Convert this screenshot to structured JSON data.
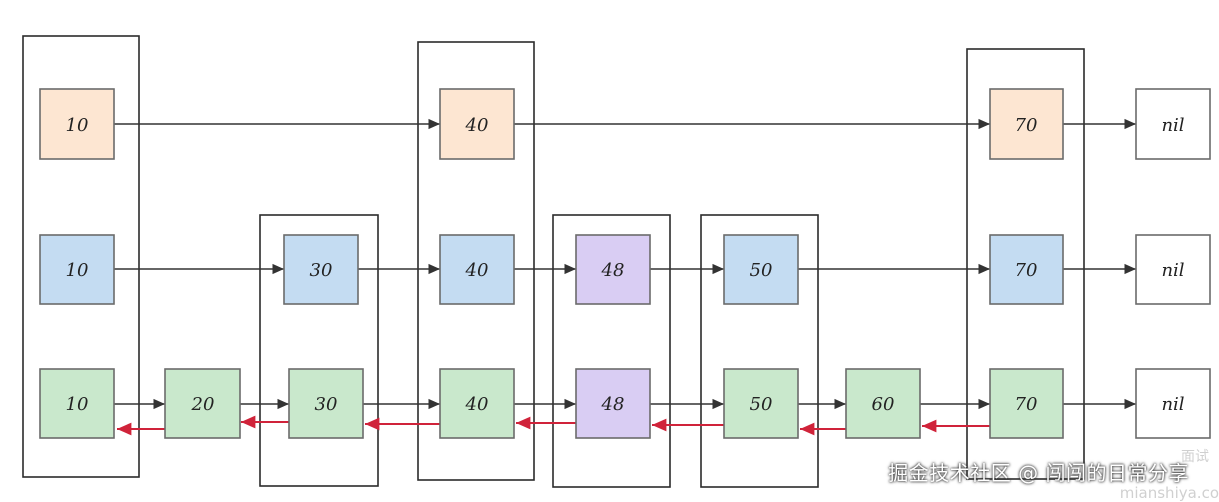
{
  "colors": {
    "level2": "#fde6d2",
    "level1": "#c4dcf2",
    "level0": "#c9e8cc",
    "highlight": "#d9cdf3",
    "nil": "#ffffff",
    "node_border": "#6b6b6b",
    "arrow": "#333333",
    "backward_arrow": "#d0233a"
  },
  "levels": {
    "level2": [
      "10",
      "40",
      "70",
      "nil"
    ],
    "level1": [
      "10",
      "30",
      "40",
      "48",
      "50",
      "70",
      "nil"
    ],
    "level0": [
      "10",
      "20",
      "30",
      "40",
      "48",
      "50",
      "60",
      "70",
      "nil"
    ]
  },
  "highlight_key": "48",
  "nodes": {
    "l2_10": "10",
    "l2_40": "40",
    "l2_70": "70",
    "l2_nil": "nil",
    "l1_10": "10",
    "l1_30": "30",
    "l1_40": "40",
    "l1_48": "48",
    "l1_50": "50",
    "l1_70": "70",
    "l1_nil": "nil",
    "l0_10": "10",
    "l0_20": "20",
    "l0_30": "30",
    "l0_40": "40",
    "l0_48": "48",
    "l0_50": "50",
    "l0_60": "60",
    "l0_70": "70",
    "l0_nil": "nil"
  },
  "watermark": {
    "text": "掘金技术社区 @ 闯闯的日常分享",
    "ghost_text": "mianshiya.co",
    "ghost_top": "面试"
  }
}
